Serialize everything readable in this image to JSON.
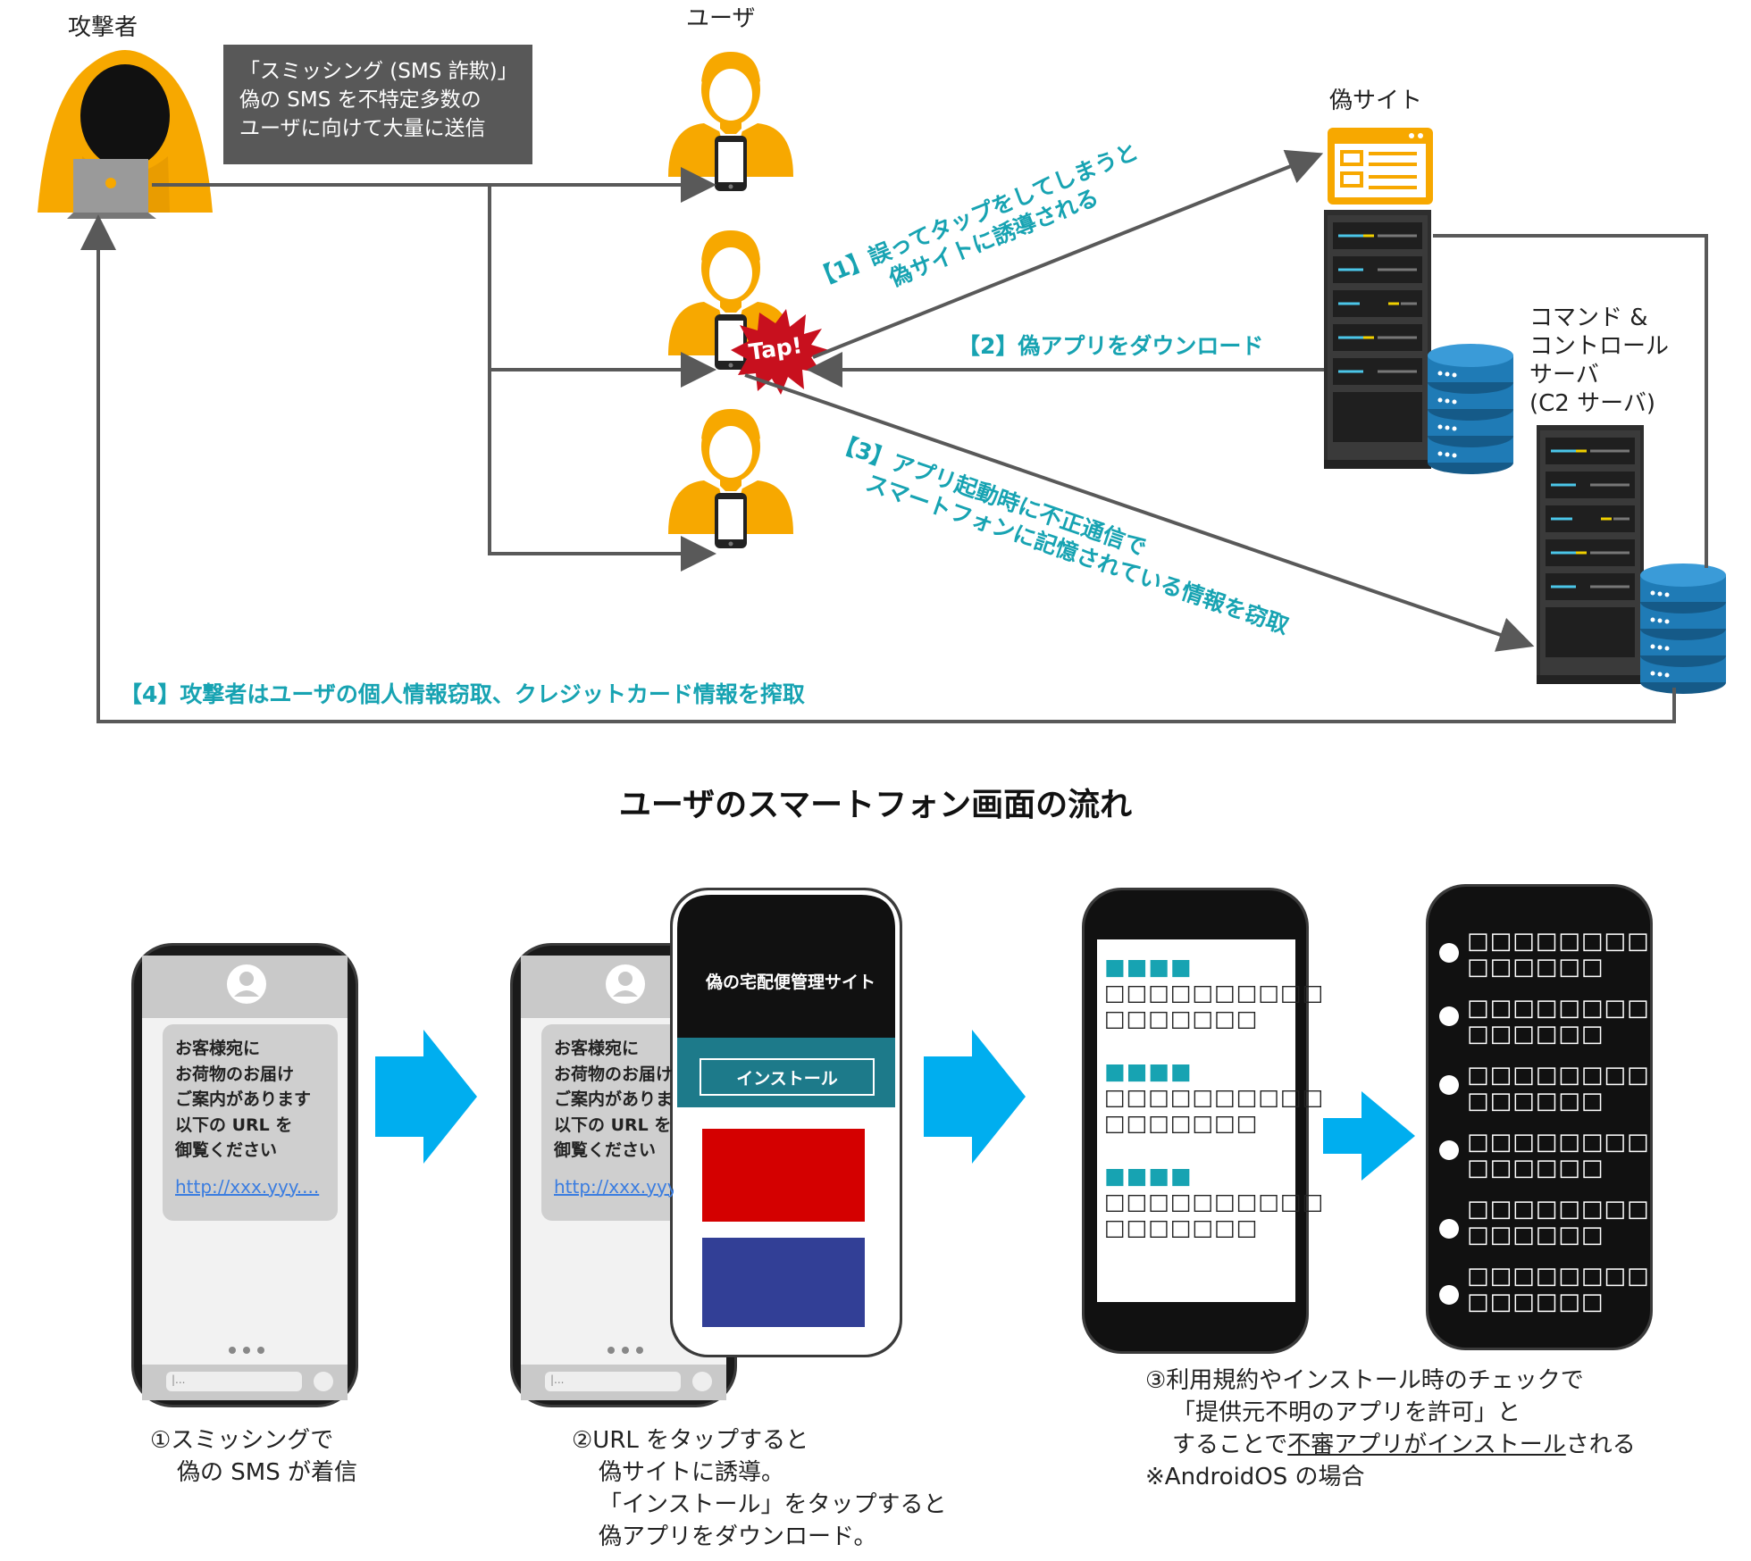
{
  "top": {
    "attacker_label": "攻撃者",
    "user_label": "ユーザ",
    "fake_site_label": "偽サイト",
    "c2_label_lines": [
      "コマンド &",
      "コントロール",
      "サーバ",
      "(C2 サーバ)"
    ],
    "callout_lines": [
      "「スミッシング (SMS 詐欺)」",
      "偽の SMS を不特定多数の",
      "ユーザに向けて大量に送信"
    ],
    "tap_label": "Tap!",
    "step1_lines": [
      "【1】誤ってタップをしてしまうと",
      "偽サイトに誘導される"
    ],
    "step2": "【2】偽アプリをダウンロード",
    "step3_lines": [
      "【3】アプリ起動時に不正通信で",
      "スマートフォンに記憶されている情報を窃取"
    ],
    "step4": "【4】攻撃者はユーザの個人情報窃取、クレジットカード情報を搾取"
  },
  "section_title": "ユーザのスマートフォン画面の流れ",
  "phones": {
    "sms_lines": [
      "お客様宛に",
      "お荷物のお届け",
      "ご案内があります",
      "以下の URL を",
      "御覧ください"
    ],
    "sms_link": "http://xxx.yyy....",
    "fake_site_title": "偽の宅配便管理サイト",
    "install_button": "インストール",
    "input_placeholder": "|...",
    "terms_heading": "■■■■",
    "terms_row1": "□□□□□□□□□□",
    "terms_row2": "□□□□□□□",
    "list_row1": "□□□□□□□□",
    "list_row2": "□□□□□□"
  },
  "captions": {
    "c1": [
      "①スミッシングで",
      "偽の SMS が着信"
    ],
    "c2": [
      "②URL をタップすると",
      "偽サイトに誘導。",
      "「インストール」をタップすると",
      "偽アプリをダウンロード。"
    ],
    "c3_line1": "③利用規約やインストール時のチェックで",
    "c3_line2": "「提供元不明のアプリを許可」と",
    "c3_line3_prefix": "することで",
    "c3_line3_underlined": "不審アプリがインストール",
    "c3_line3_suffix": "される",
    "c3_line4": "※AndroidOS の場合"
  },
  "colors": {
    "person_orange": "#f7a800",
    "teal_text": "#17a3b2",
    "flow_arrow_blue": "#00aeef",
    "fake_red": "#d40000",
    "fake_blue": "#323f96",
    "install_band": "#1d7a8a",
    "db_blue": "#1f7bb6",
    "line_gray": "#595959"
  },
  "icons": [
    "hacker-icon",
    "user-icon",
    "smartphone-icon",
    "web-page-icon",
    "server-rack-icon",
    "database-icon",
    "tap-burst-icon",
    "flow-arrow-icon"
  ]
}
